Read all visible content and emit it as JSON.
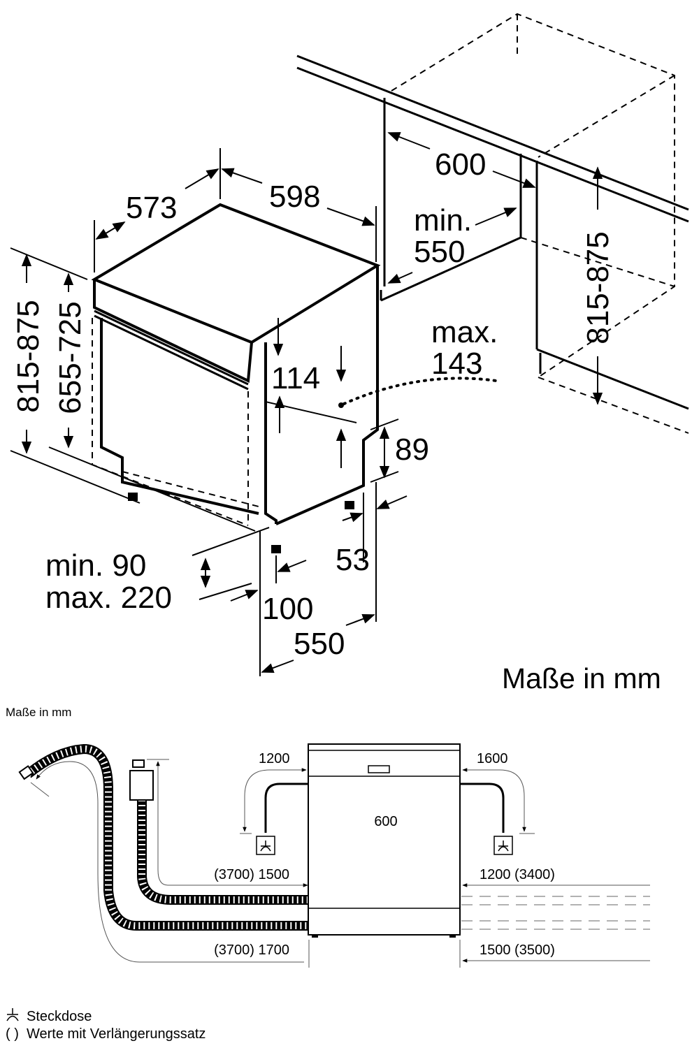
{
  "top_drawing": {
    "dim_depth": "573",
    "dim_width": "598",
    "dim_niche_width": "600",
    "dim_niche_depth_min_label": "min.",
    "dim_niche_depth_min_value": "550",
    "dim_max_label": "max.",
    "dim_max_value": "143",
    "dim_114": "114",
    "dim_89": "89",
    "dim_53": "53",
    "dim_plinth_min": "min. 90",
    "dim_plinth_max": "max. 220",
    "dim_100": "100",
    "dim_550": "550",
    "dim_height_total": "815-875",
    "dim_height_body": "655-725",
    "dim_niche_height": "815-875",
    "units_caption": "Maße in mm"
  },
  "bottom_drawing": {
    "units_caption": "Maße in mm",
    "left_power_cable": "1200",
    "right_power_cable": "1600",
    "width": "600",
    "inlet_left": "(3700) 1500",
    "drain_left": "(3700) 1700",
    "inlet_right": "1200 (3400)",
    "drain_right": "1500 (3500)"
  },
  "legend": {
    "socket_symbol": "⅄",
    "socket_label": "Steckdose",
    "parens_symbol": "( )",
    "parens_label": "Werte mit Verlängerungssatz"
  }
}
